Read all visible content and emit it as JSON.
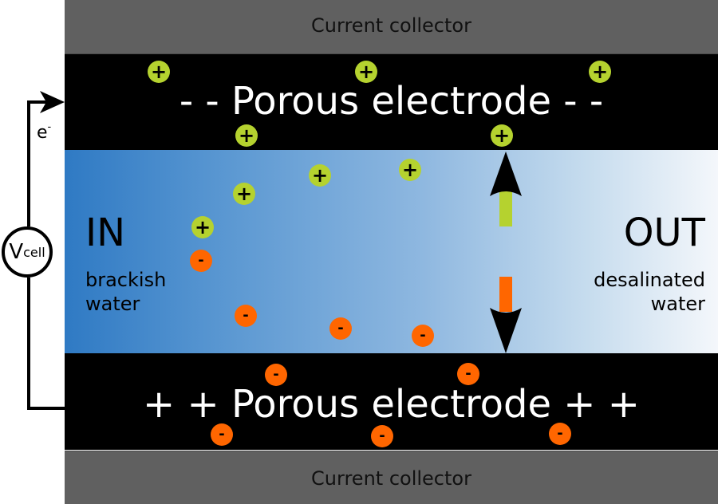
{
  "collectors": {
    "top_label": "Current collector",
    "bottom_label": "Current collector"
  },
  "electrodes": {
    "top_label": "- - Porous electrode - -",
    "bottom_label": "+ + Porous electrode + +"
  },
  "channel": {
    "inlet_title": "IN",
    "inlet_line1": "brackish",
    "inlet_line2": "water",
    "outlet_title": "OUT",
    "outlet_line1": "desalinated",
    "outlet_line2": "water"
  },
  "circuit": {
    "voltage_symbol": "V",
    "voltage_subscript": "cell",
    "electron_symbol": "e",
    "electron_superscript": "-"
  },
  "ions": {
    "cation_symbol": "+",
    "anion_symbol": "-"
  },
  "colors": {
    "cation": "#b5d22f",
    "anion": "#ff6600",
    "electrode": "#000000",
    "collector": "#606060",
    "water_in": "#2f7ac4",
    "water_out": "#f4f7fb"
  }
}
